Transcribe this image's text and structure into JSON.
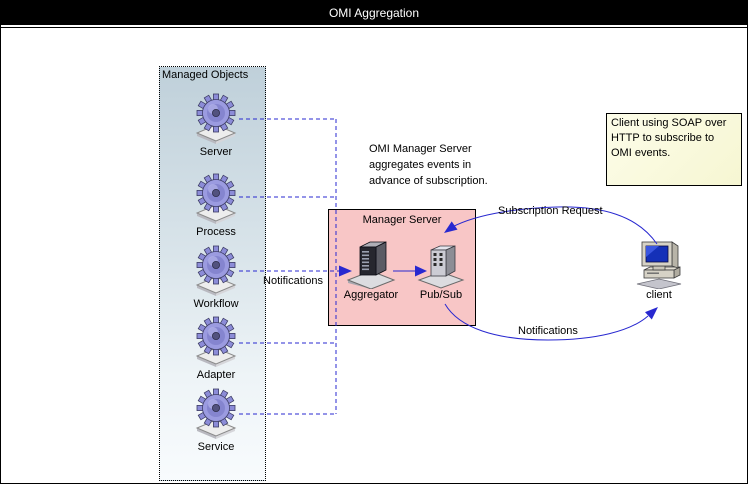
{
  "title_bar": {
    "title": "OMI Aggregation"
  },
  "managed_objects": {
    "label": "Managed Objects",
    "items": [
      {
        "label": "Server"
      },
      {
        "label": "Process"
      },
      {
        "label": "Workflow"
      },
      {
        "label": "Adapter"
      },
      {
        "label": "Service"
      }
    ]
  },
  "manager_server": {
    "label": "Manager Server",
    "nodes": [
      {
        "label": "Aggregator"
      },
      {
        "label": "Pub/Sub"
      }
    ]
  },
  "client": {
    "label": "client"
  },
  "annotations": {
    "description_lines": [
      "OMI Manager Server",
      "aggregates events in",
      "advance of subscription."
    ],
    "note": "Client using SOAP over HTTP to subscribe to OMI events."
  },
  "edges": {
    "notifications_left": "Notifications",
    "subscription_request": "Subscription Request",
    "notifications_right": "Notifications"
  },
  "colors": {
    "accent_blue": "#2828d0",
    "manager_box_fill": "#f8c6c6",
    "note_fill": "#f9f9d8",
    "managed_box_top": "#bfd0da",
    "managed_box_bottom": "#f8fbfd",
    "titlebar_bg": "#000000",
    "titlebar_text": "#ffffff",
    "gear_purple": "#8c8cd8",
    "screen_blue": "#1430b8"
  }
}
